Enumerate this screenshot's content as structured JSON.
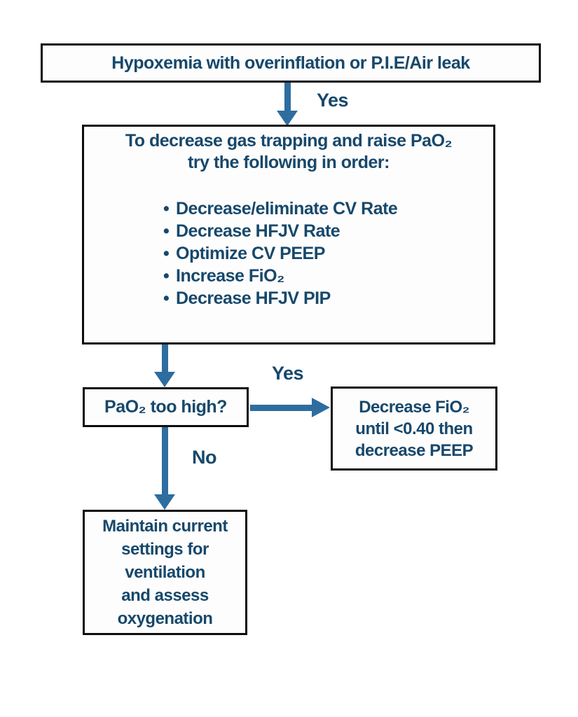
{
  "colors": {
    "text": "#17486b",
    "arrow": "#2e6d9f",
    "border": "#0d0d0d"
  },
  "flowchart": {
    "start_box": {
      "text": "Hypoxemia with overinflation or P.I.E/Air leak"
    },
    "start_arrow_label": "Yes",
    "treatment_box": {
      "heading_line1": "To decrease gas trapping and raise PaO₂",
      "heading_line2": "try the following in order:",
      "bullet_char": "•",
      "bullets": [
        "Decrease/eliminate CV Rate",
        "Decrease HFJV Rate",
        "Optimize CV PEEP",
        "Increase FiO₂",
        "Decrease HFJV PIP"
      ]
    },
    "decision_box": {
      "text": "PaO₂ too high?"
    },
    "yes_branch_label": "Yes",
    "no_branch_label": "No",
    "yes_outcome_box": {
      "line1": "Decrease FiO₂",
      "line2": "until <0.40 then",
      "line3": "decrease PEEP"
    },
    "no_outcome_box": {
      "line1": "Maintain current",
      "line2": "settings for",
      "line3": "ventilation",
      "line4": "and assess",
      "line5": "oxygenation"
    }
  }
}
